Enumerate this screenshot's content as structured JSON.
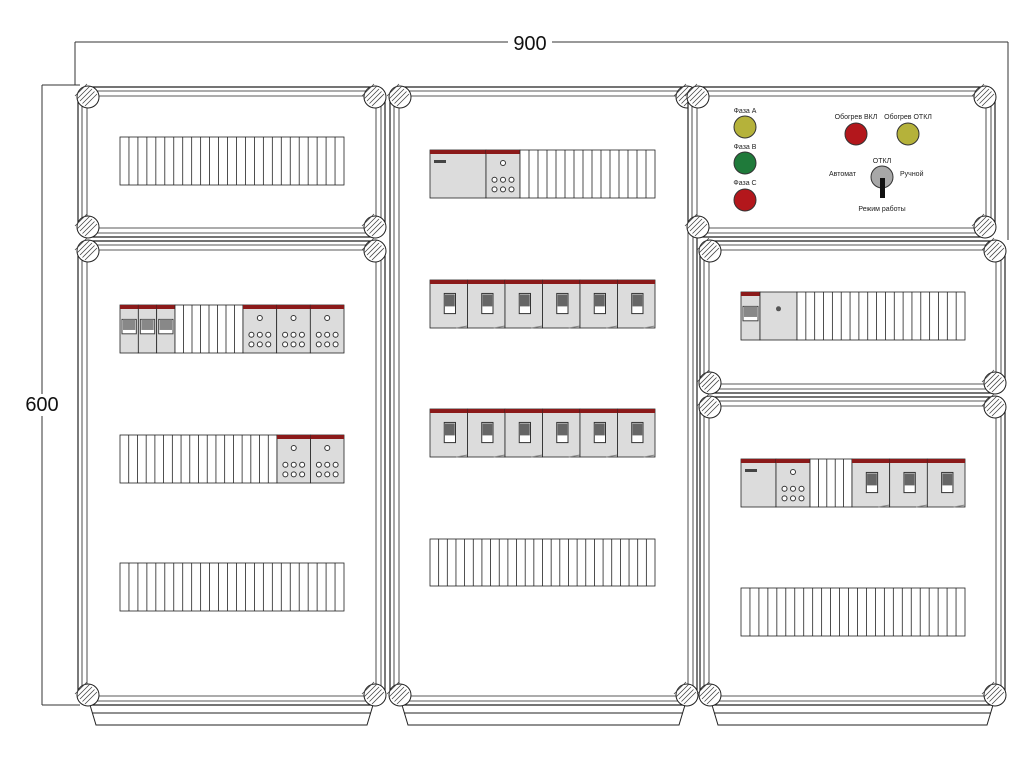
{
  "dimensions": {
    "width_label": "900",
    "height_label": "600"
  },
  "control_panel": {
    "phase_a": "Фаза A",
    "phase_b": "Фаза B",
    "phase_c": "Фаза C",
    "heat_on": "Обогрев ВКЛ",
    "heat_off": "Обогрев ОТКЛ",
    "switch_off": "ОТКЛ",
    "switch_auto": "Автомат",
    "switch_manual": "Ручной",
    "switch_title": "Режим работы"
  },
  "colors": {
    "lamp_yellow": "#b5b23a",
    "lamp_green": "#1f7a3a",
    "lamp_red": "#b3171c",
    "breaker_stripe": "#8b1a1a",
    "module_grey": "#dcdcdc"
  }
}
